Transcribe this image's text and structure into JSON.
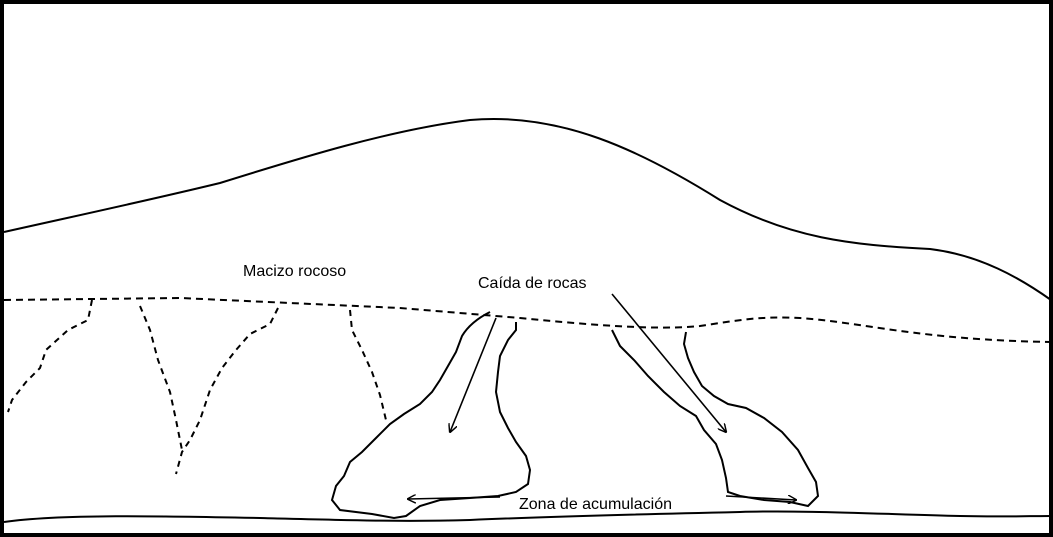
{
  "diagram": {
    "labels": {
      "rock_mass": "Macizo rocoso",
      "rockfall": "Caída de rocas",
      "accumulation_zone": "Zona de acumulación"
    },
    "colors": {
      "stroke": "#000000",
      "background": "#ffffff"
    }
  }
}
